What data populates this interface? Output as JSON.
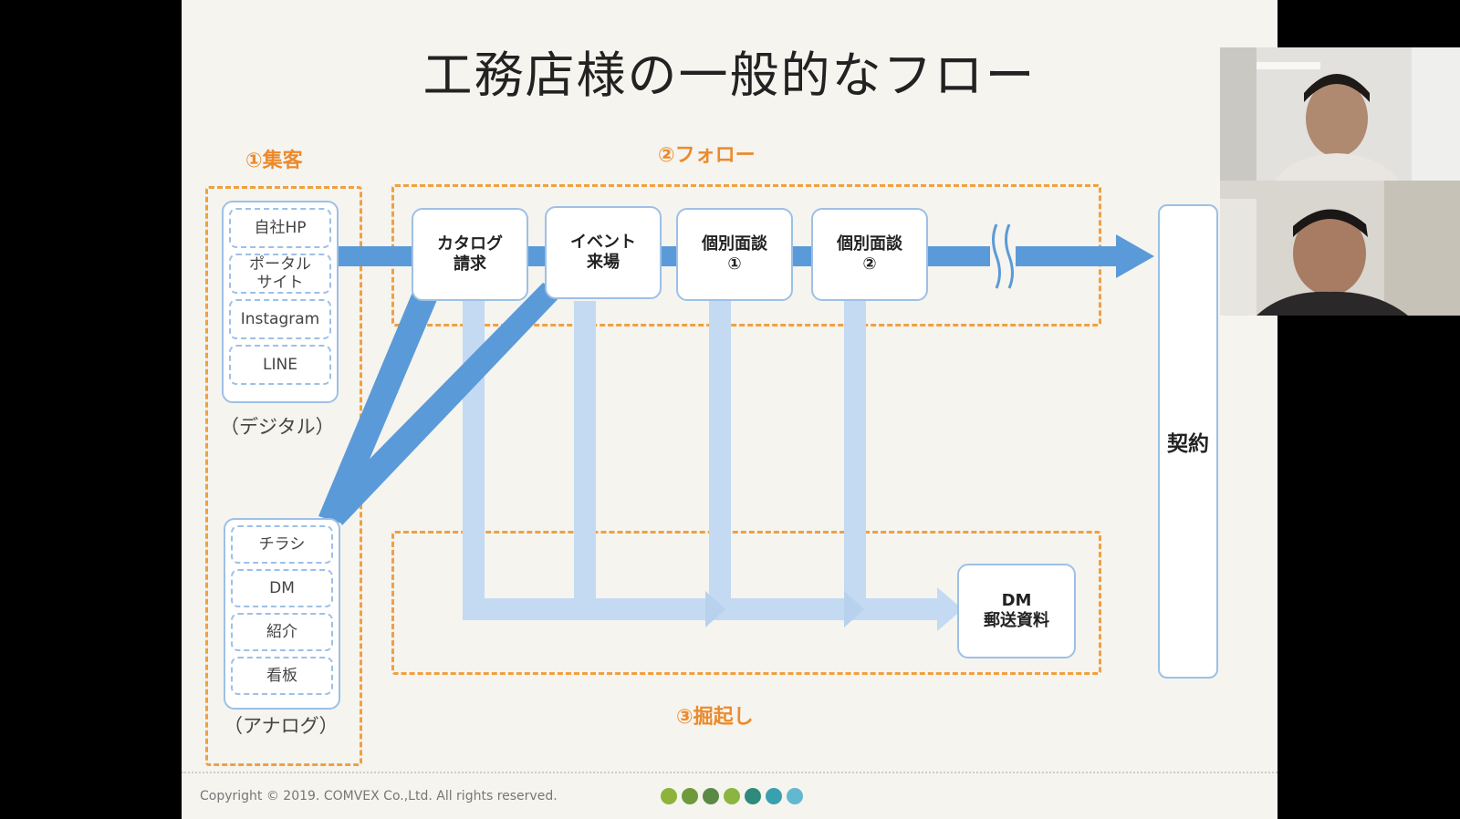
{
  "slide": {
    "title": "工務店様の一般的なフロー",
    "sections": {
      "attract": "①集客",
      "follow": "②フォロー",
      "dig": "③掘起し"
    },
    "digital": {
      "items": [
        "自社HP",
        "ポータル\nサイト",
        "Instagram",
        "LINE"
      ],
      "caption": "（デジタル）"
    },
    "analog": {
      "items": [
        "チラシ",
        "DM",
        "紹介",
        "看板"
      ],
      "caption": "（アナログ）"
    },
    "steps": [
      "カタログ\n請求",
      "イベント\n来場",
      "個別面談\n①",
      "個別面談\n②"
    ],
    "dm_box": "DM\n郵送資料",
    "contract": "契約",
    "copyright": "Copyright © 2019. COMVEX Co.,Ltd. All rights reserved.",
    "brand_dots": [
      "#8db33a",
      "#6e9a3a",
      "#5b8a47",
      "#8bb540",
      "#2e8a7a",
      "#3aa0b0",
      "#62b8d0"
    ]
  },
  "colors": {
    "flow_arrow": "#5b9ad8",
    "return_arrow": "#c3daf2",
    "dash_orange": "#f0a040",
    "section_orange": "#ec8a2c"
  }
}
